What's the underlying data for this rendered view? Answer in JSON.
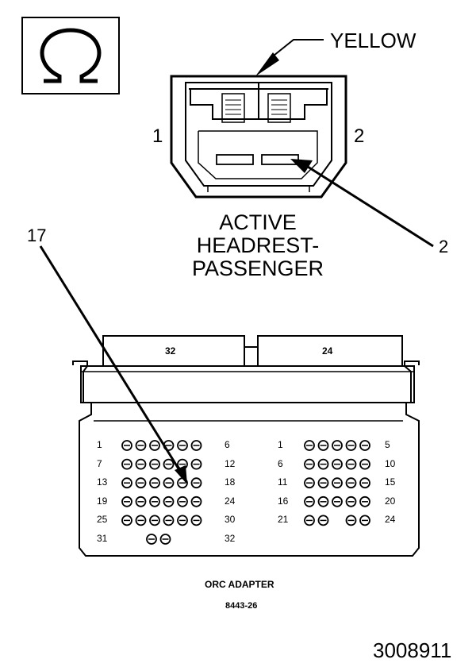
{
  "connector": {
    "wire_color_label": "YELLOW",
    "pin_left_label": "1",
    "pin_right_label": "2",
    "callout_pin": "2",
    "title_lines": [
      "ACTIVE",
      "HEADREST-",
      "PASSENGER"
    ]
  },
  "adapter": {
    "callout_pin": "17",
    "left_block": {
      "tab_label": "32",
      "rows": [
        {
          "start": "1",
          "end": "6",
          "cavities": 6
        },
        {
          "start": "7",
          "end": "12",
          "cavities": 6
        },
        {
          "start": "13",
          "end": "18",
          "cavities": 6
        },
        {
          "start": "19",
          "end": "24",
          "cavities": 6
        },
        {
          "start": "25",
          "end": "30",
          "cavities": 6
        },
        {
          "start": "31",
          "end": "32",
          "cavities": 2
        }
      ]
    },
    "right_block": {
      "tab_label": "24",
      "rows": [
        {
          "start": "1",
          "end": "5",
          "cavities": 5
        },
        {
          "start": "6",
          "end": "10",
          "cavities": 5
        },
        {
          "start": "11",
          "end": "15",
          "cavities": 5
        },
        {
          "start": "16",
          "end": "20",
          "cavities": 5
        },
        {
          "start": "21",
          "end": "24",
          "cavities": 4
        }
      ]
    },
    "title": "ORC ADAPTER",
    "part_number": "8443-26"
  },
  "figure_number": "3008911",
  "symbol_icon": "ohm-symbol-icon"
}
